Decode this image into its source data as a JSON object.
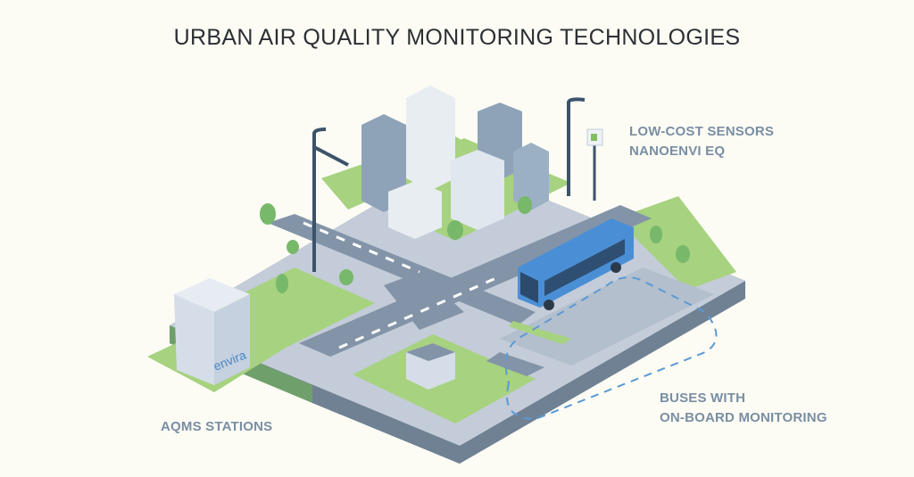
{
  "title": "URBAN AIR QUALITY MONITORING TECHNOLOGIES",
  "labels": {
    "low_cost": {
      "line1": "LOW-COST SENSORS",
      "line2": "NANOENVI EQ"
    },
    "buses": {
      "line1": "BUSES WITH",
      "line2": "ON-BOARD MONITORING"
    },
    "aqms": {
      "line1": "AQMS STATIONS"
    }
  },
  "station_brand": "envira",
  "colors": {
    "background": "#fcfcf5",
    "label_text": "#7a8ea3",
    "grass": "#a7d27f",
    "grass_side": "#6f9f6a",
    "road": "#8394a8",
    "sidewalk": "#c3ccd8",
    "platform_side": "#6f8193",
    "bus": "#4a8fd6",
    "dashed_route": "#5b9ad6",
    "building_dark": "#8ea3b8",
    "building_light": "#e8edf2",
    "lamp": "#3c536a"
  }
}
